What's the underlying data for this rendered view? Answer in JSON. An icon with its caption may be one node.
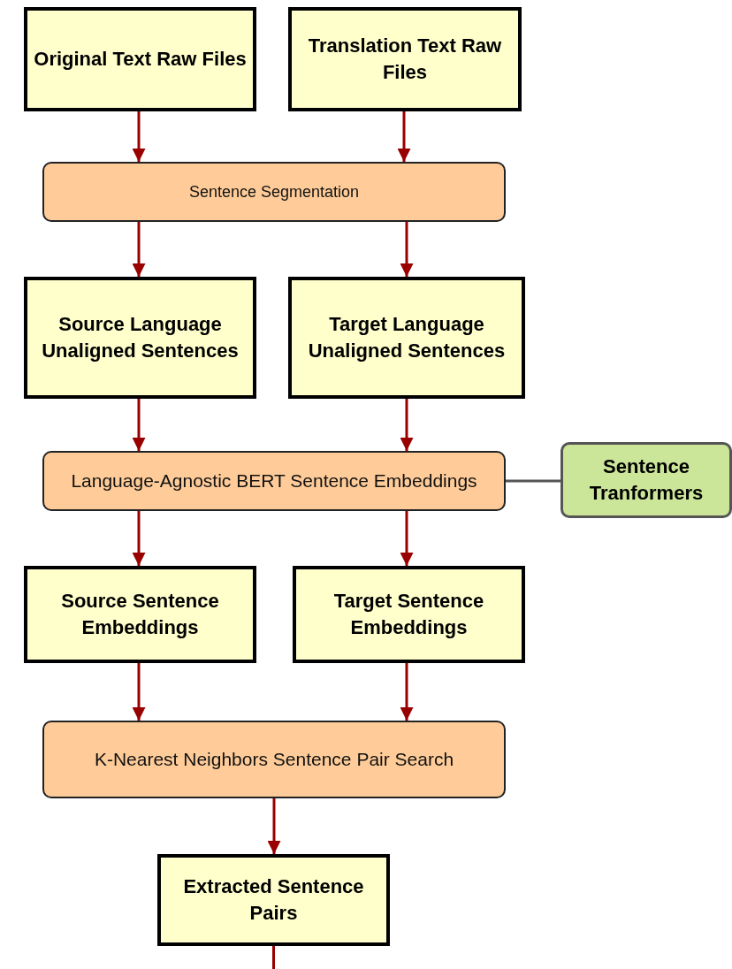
{
  "diagram": {
    "nodes": [
      {
        "text": [
          "Original Text Raw Files"
        ]
      },
      {
        "text": [
          "Translation Text Raw Files"
        ]
      },
      {
        "text": [
          "Sentence Segmentation"
        ]
      },
      {
        "text": [
          "Source Language Unaligned Sentences"
        ]
      },
      {
        "text": [
          "Target Language Unaligned Sentences"
        ]
      },
      {
        "text": [
          "Language-Agnostic BERT Sentence Embeddings"
        ]
      },
      {
        "text": [
          "Sentence Tranformers"
        ]
      },
      {
        "text": [
          "Source Sentence Embeddings"
        ]
      },
      {
        "text": [
          "Target Sentence Embeddings"
        ]
      },
      {
        "text": [
          "K-Nearest Neighbors Sentence Pair Search"
        ]
      },
      {
        "text": [
          "Extracted Sentence Pairs"
        ]
      }
    ],
    "edges": [
      {
        "from": 0,
        "to": 2,
        "arrow": "to"
      },
      {
        "from": 1,
        "to": 2,
        "arrow": "to"
      },
      {
        "from": 2,
        "to": 3,
        "arrow": "to"
      },
      {
        "from": 2,
        "to": 4,
        "arrow": "to"
      },
      {
        "from": 3,
        "to": 5,
        "arrow": "to"
      },
      {
        "from": 4,
        "to": 5,
        "arrow": "to"
      },
      {
        "from": 6,
        "to": 5,
        "arrow": "none",
        "color": "#555555"
      },
      {
        "from": 5,
        "to": 7,
        "arrow": "to"
      },
      {
        "from": 5,
        "to": 8,
        "arrow": "to"
      },
      {
        "from": 7,
        "to": 9,
        "arrow": "to"
      },
      {
        "from": 8,
        "to": 9,
        "arrow": "to"
      },
      {
        "from": 9,
        "to": 10,
        "arrow": "to"
      },
      {
        "from": 10,
        "to": null,
        "arrow": "none"
      }
    ]
  }
}
